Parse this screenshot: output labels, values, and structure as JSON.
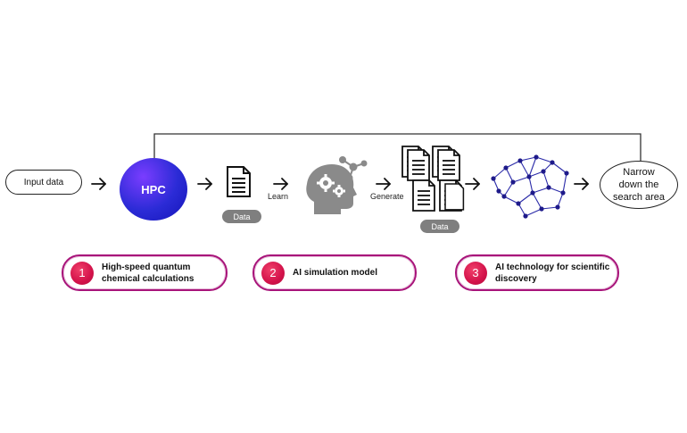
{
  "nodes": {
    "input": "Input data",
    "hpc": "HPC",
    "data_tag_1": "Data",
    "learn": "Learn",
    "generate": "Generate",
    "data_tag_2": "Data",
    "output": "Narrow down the search area"
  },
  "steps": [
    {
      "number": "1",
      "label": "High-speed quantum chemical calculations"
    },
    {
      "number": "2",
      "label": "AI simulation model"
    },
    {
      "number": "3",
      "label": "AI technology for scientific discovery"
    }
  ],
  "colors": {
    "hpc_gradient": [
      "#7a3dff",
      "#1414b8"
    ],
    "step_border": "#a8147a",
    "step_number": "#d3124a",
    "tag_bg": "#7f7f7f",
    "network_nodes": "#1e1a8a"
  },
  "icons": [
    "arrow-right-icon",
    "document-icon",
    "ai-head-gears-icon",
    "molecule-icon",
    "documents-stack-icon",
    "network-graph-icon"
  ]
}
